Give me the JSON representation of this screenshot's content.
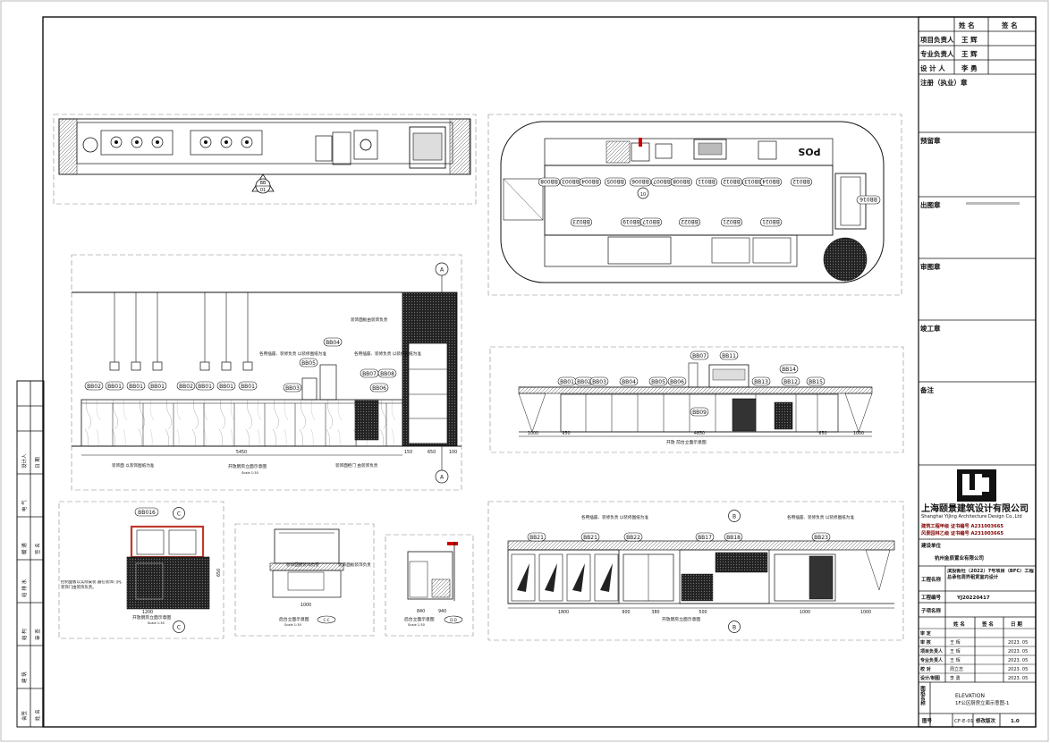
{
  "title_block": {
    "head": {
      "name": "姓 名",
      "sign": "签 名"
    },
    "roles": [
      {
        "role": "项目负责人",
        "name": "王 辉"
      },
      {
        "role": "专业负责人",
        "name": "王 辉"
      },
      {
        "role": "设 计 人",
        "name": "李 勇"
      }
    ],
    "registration_stamp": "注册（执业）章",
    "stamps": [
      "预留章",
      "出图章",
      "审图章",
      "竣工章",
      "备注"
    ],
    "company_cn": "上海颐景建筑设计有限公司",
    "company_en": "Shanghai YiJing Architecture Design Co.,Ltd",
    "licenses": [
      "建筑工程甲级 证书编号 A231003665",
      "风景园林乙级 证书编号 A231003665"
    ],
    "client_label": "建设单位",
    "client": "杭州金辰置业有限公司",
    "project_label": "工程名称",
    "project": "滨投街社（2022）7号项目（BFC）工程总承包周界租赁室内设计",
    "project_no_label": "工程编号",
    "project_no": "YJ20220417",
    "sub_label": "子项名称",
    "sign_head": {
      "name": "姓 名",
      "sign": "签 名",
      "date": "日 期"
    },
    "sign_rows": [
      {
        "role": "审 定",
        "name": "",
        "date": ""
      },
      {
        "role": "审 核",
        "name": "王 辉",
        "date": "2023. 05"
      },
      {
        "role": "项目负责人",
        "name": "王 辉",
        "date": "2023. 05"
      },
      {
        "role": "专业负责人",
        "name": "王 辉",
        "date": "2023. 05"
      },
      {
        "role": "校 对",
        "name": "周立志",
        "date": "2023. 05"
      },
      {
        "role": "设计/制图",
        "name": "李 勇",
        "date": "2023. 05"
      }
    ],
    "drawing_label": "图纸名称",
    "drawing_title_en": "ELEVATION",
    "drawing_title_cn": "1F公区厨房立面示意图-1",
    "sheet_no_label": "图号",
    "sheet_no": "CF-E-01",
    "rev_label": "修改版次",
    "rev": "1.0"
  },
  "left_strip": [
    "会签",
    "建 筑",
    "结 构",
    "给 排 水",
    "暖 通",
    "电 气",
    "设计人"
  ],
  "left_strip_right": [
    "姓 名",
    "审 查",
    "签 名",
    "日 期"
  ],
  "top_plan": {
    "section_tag": "BB",
    "section_no": "01"
  },
  "plan": {
    "pos_label": "POS",
    "tags_top": [
      "BB008",
      "BB003",
      "BB004",
      "BB005",
      "BB006",
      "BB007",
      "BB008",
      "BB011",
      "BB012",
      "BB013",
      "BB014",
      "BB012"
    ],
    "tags_bottom": [
      "BB023",
      "BB019",
      "BB017",
      "BB022",
      "BB021",
      "BB021"
    ],
    "right_tag": "BB016",
    "center_tag": "10"
  },
  "elev_a": {
    "tags": [
      "BB02",
      "BB01",
      "BB01",
      "BB01",
      "BB02",
      "BB01",
      "BB01",
      "BB01",
      "BB03",
      "BB05",
      "BB04",
      "BB07",
      "BB06",
      "BB08"
    ],
    "notes": [
      "装饰面板由装饰负责",
      "各用插座、装修负责\n以装修图纸为准",
      "各用插座、装修负责\n以装修图纸为准",
      "装饰面\n以装饰图纸为准",
      "装饰面柜门\n由装饰负责"
    ],
    "dims": [
      "5450",
      "150",
      "650",
      "100"
    ],
    "title": "开放厨房立面示意图",
    "scale": "Scale 1:30",
    "marker": "A"
  },
  "elev_b": {
    "tags": [
      "BB01",
      "BB02",
      "BB03",
      "BB04",
      "BB05",
      "BB06",
      "BB09",
      "BB07",
      "BB11",
      "BB13",
      "BB14",
      "BB12",
      "BB15"
    ],
    "title": "开放 前台立面示意图",
    "dims": [
      "1000",
      "950",
      "4850",
      "650",
      "1000"
    ]
  },
  "elev_c": {
    "tag": "BB016",
    "note": "控制面板以实际安装 器在装饰门内,装饰门由装饰负责。",
    "title": "开放厨房立面示意图",
    "scale": "Scale 1:30",
    "dims": [
      "1200",
      "650"
    ],
    "marker": "C"
  },
  "elev_cc": {
    "title": "后台立面示意图",
    "scale": "Scale 1:30",
    "dim": "1000",
    "note": "装饰面板装饰负责",
    "tag": "C-C"
  },
  "elev_dd": {
    "title": "后台立面示意图",
    "scale": "Scale 1:30",
    "dims": [
      "840",
      "940"
    ],
    "tag": "D-D"
  },
  "elev_e": {
    "tags": [
      "BB21",
      "BB21",
      "BB22",
      "BB17",
      "BB18",
      "BB23"
    ],
    "notes": [
      "各用插座、装修负责\n以装修图纸为准",
      "各用插座、装修负责\n以装修图纸为准"
    ],
    "dims": [
      "1800",
      "900",
      "380",
      "500",
      "1000",
      "1000"
    ],
    "title": "开放厨房立面示意图",
    "marker": "B"
  }
}
